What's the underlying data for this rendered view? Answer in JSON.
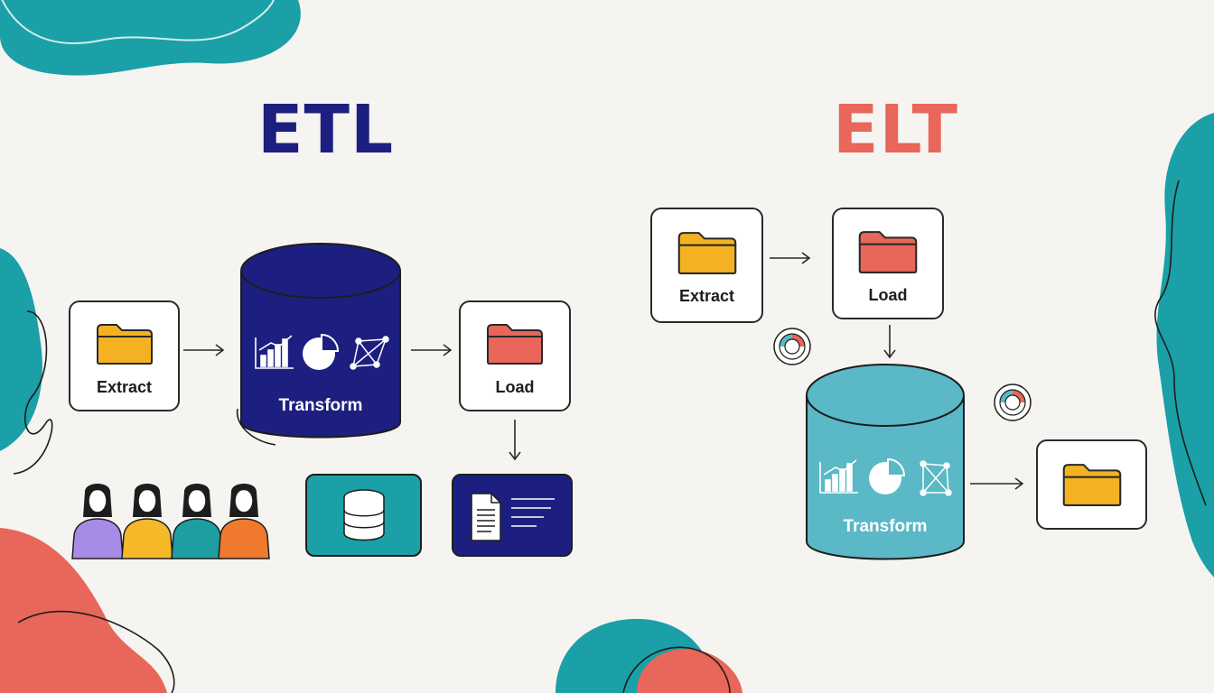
{
  "etl": {
    "title": "ETL",
    "extract_label": "Extract",
    "transform_label": "Transform",
    "load_label": "Load"
  },
  "elt": {
    "title": "ELT",
    "extract_label": "Extract",
    "load_label": "Load",
    "transform_label": "Transform"
  },
  "colors": {
    "navy": "#1c1f7f",
    "coral": "#e8665a",
    "teal": "#1aa0a6",
    "light_teal": "#5bb8c6",
    "folder_yellow": "#f4b223",
    "folder_red": "#e8665a",
    "person_purple": "#a78be6",
    "person_yellow": "#f4b829",
    "person_teal": "#1e9ea0",
    "person_orange": "#ef7a2e"
  },
  "icons": {
    "etl_transform": [
      "bar-chart-icon",
      "pie-chart-icon",
      "network-icon"
    ],
    "elt_transform": [
      "bar-chart-icon",
      "pie-chart-icon",
      "network-icon"
    ],
    "etl_outputs": [
      "database-icon",
      "document-icon"
    ],
    "elt_output": "folder-icon"
  }
}
